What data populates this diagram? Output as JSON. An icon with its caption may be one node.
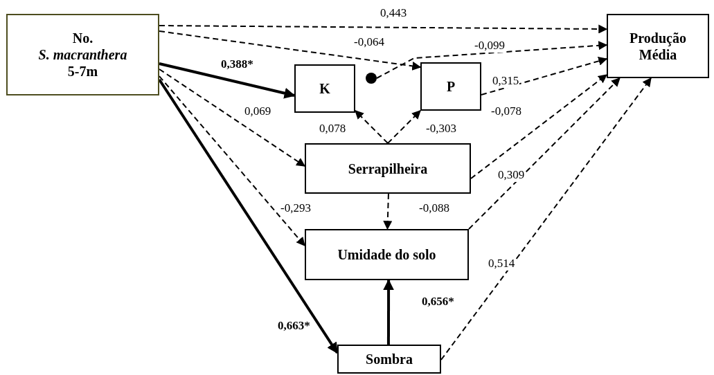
{
  "diagram": {
    "nodes": [
      {
        "text": [
          "No. *S. macranthera* 5-7m"
        ]
      },
      {
        "text": [
          "Produção Média"
        ]
      },
      {
        "text": [
          "K"
        ]
      },
      {
        "text": [
          "P"
        ]
      },
      {
        "text": [
          "Serrapilheira"
        ]
      },
      {
        "text": [
          "Umidade do solo"
        ]
      },
      {
        "text": [
          "Sombra"
        ]
      },
      {
        "text": [],
        "shape": "circle"
      }
    ],
    "edges": [
      {
        "from": 0,
        "to": 1,
        "arrow": "to",
        "label": "0,443",
        "style": "dashed"
      },
      {
        "from": 0,
        "to": 3,
        "arrow": "to",
        "label": "-0,064",
        "style": "dashed"
      },
      {
        "from": 0,
        "to": 2,
        "arrow": "to",
        "label": "0,388*",
        "style": "thick"
      },
      {
        "from": 0,
        "to": 4,
        "arrow": "to",
        "label": "0,069",
        "style": "dashed"
      },
      {
        "from": 0,
        "to": 5,
        "arrow": "to",
        "label": "-0,293",
        "style": "dashed"
      },
      {
        "from": 0,
        "to": 6,
        "arrow": "to",
        "label": "0,663*",
        "style": "thick"
      },
      {
        "from": 7,
        "to": 1,
        "arrow": "to",
        "label": "-0,099",
        "style": "dashed"
      },
      {
        "from": 3,
        "to": 1,
        "arrow": "to",
        "label": "0,315",
        "style": "dashed"
      },
      {
        "from": 4,
        "to": 2,
        "arrow": "to",
        "label": "0,078",
        "style": "dashed"
      },
      {
        "from": 4,
        "to": 3,
        "arrow": "to",
        "label": "-0,303",
        "style": "dashed"
      },
      {
        "from": 4,
        "to": 1,
        "arrow": "to",
        "label": "-0,078",
        "style": "dashed"
      },
      {
        "from": 4,
        "to": 5,
        "arrow": "to",
        "label": "-0,088",
        "style": "dashed"
      },
      {
        "from": 5,
        "to": 1,
        "arrow": "to",
        "label": "0,309",
        "style": "dashed"
      },
      {
        "from": 6,
        "to": 1,
        "arrow": "to",
        "label": "0,514",
        "style": "dashed"
      },
      {
        "from": 6,
        "to": 5,
        "arrow": "to",
        "label": "0,656*",
        "style": "thick"
      }
    ]
  }
}
